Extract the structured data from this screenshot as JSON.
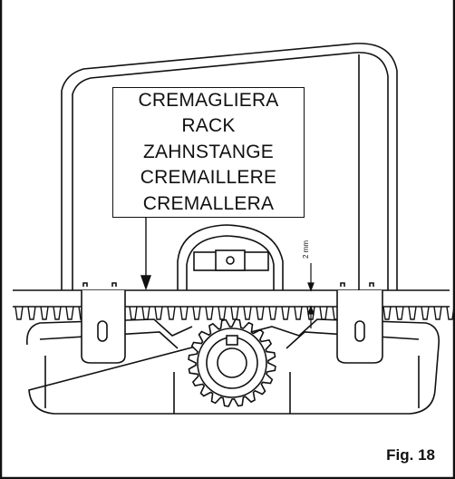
{
  "labels": {
    "rack_lines": [
      "CREMAGLIERA",
      "RACK",
      "ZAHNSTANGE",
      "CREMAILLERE",
      "CREMALLERA"
    ],
    "gap": "2 mm"
  },
  "figure": {
    "caption": "Fig. 18"
  },
  "colors": {
    "line": "#111111",
    "background": "#ffffff"
  },
  "icons": [
    "gear-icon",
    "arrow-down-icon"
  ]
}
